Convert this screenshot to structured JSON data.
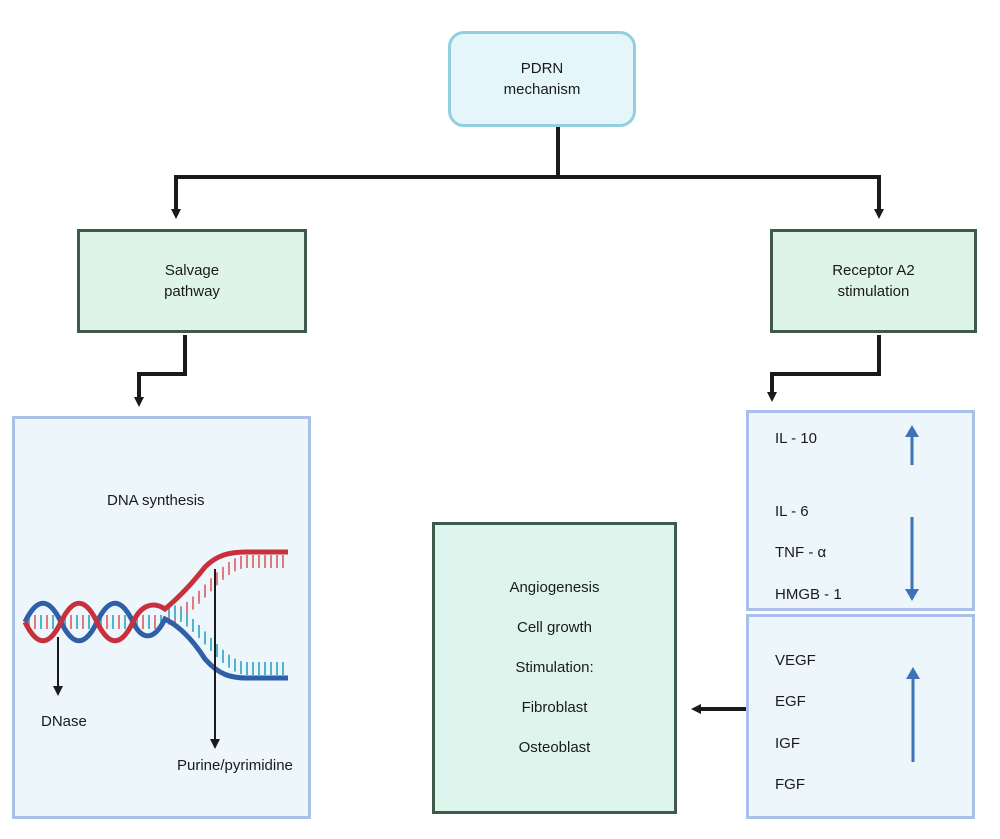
{
  "root": {
    "line1": "PDRN",
    "line2": "mechanism"
  },
  "salvage": {
    "line1": "Salvage",
    "line2": "pathway"
  },
  "receptor": {
    "line1": "Receptor A2",
    "line2": "stimulation"
  },
  "dna_panel": {
    "title": "DNA synthesis",
    "dnase_label": "DNase",
    "purine_label": "Purine/pyrimidine"
  },
  "cytokines": {
    "up": [
      "IL - 10"
    ],
    "down": [
      "IL - 6",
      "TNF - α",
      "HMGB - 1"
    ]
  },
  "growth_factors": [
    "VEGF",
    "EGF",
    "IGF",
    "FGF"
  ],
  "effects": [
    "Angiogenesis",
    "Cell growth",
    "Stimulation:",
    "Fibroblast",
    "Osteoblast"
  ],
  "colors": {
    "red_strand": "#c8303c",
    "blue_strand": "#2f5fa8",
    "red_rungs": "#e07a82",
    "blue_rungs": "#52b3cf",
    "connector": "#1a1a1a",
    "arrow_blue": "#3f73b8"
  }
}
